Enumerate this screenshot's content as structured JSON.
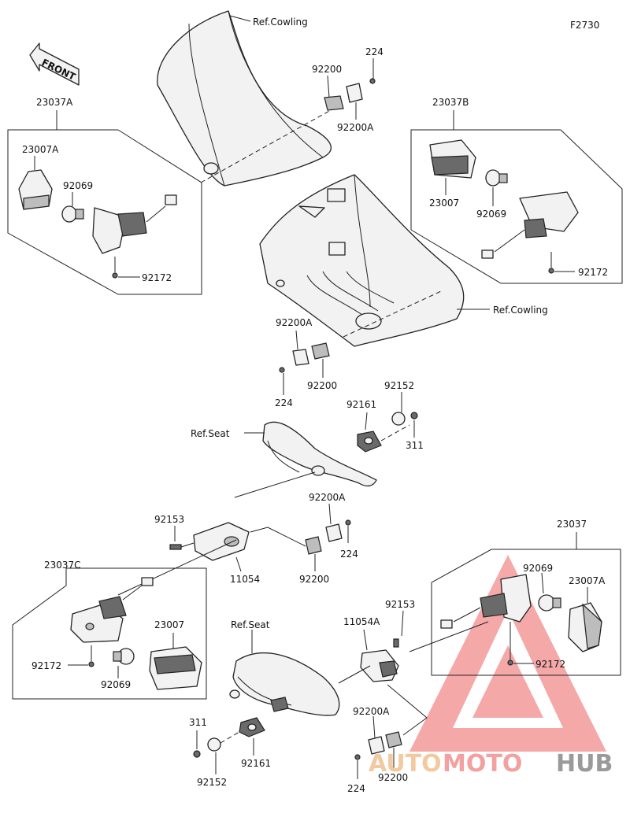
{
  "figure_code": "F2730",
  "front_label": "FRONT",
  "refs": {
    "cowling_top": "Ref.Cowling",
    "cowling_mid": "Ref.Cowling",
    "seat_mid": "Ref.Seat",
    "seat_bottom": "Ref.Seat"
  },
  "labels": {
    "p23037A": "23037A",
    "p23007A_left": "23007A",
    "p92069_tl": "92069",
    "p92172_tl": "92172",
    "p92200_top": "92200",
    "p224_top": "224",
    "p92200A_top": "92200A",
    "p23037B": "23037B",
    "p23007_tr": "23007",
    "p92069_tr": "92069",
    "p92172_tr": "92172",
    "p92200A_mid": "92200A",
    "p224_mid": "224",
    "p92200_mid": "92200",
    "p92152_mid": "92152",
    "p92161_mid": "92161",
    "p311_mid": "311",
    "p92200A_c": "92200A",
    "p92153_c": "92153",
    "p224_c": "224",
    "p11054": "11054",
    "p92200_c": "92200",
    "p23037C": "23037C",
    "p23007_bl": "23007",
    "p92172_bl": "92172",
    "p92069_bl": "92069",
    "p23037": "23037",
    "p92069_br": "92069",
    "p23007A_br": "23007A",
    "p92172_br": "92172",
    "p92153_b": "92153",
    "p11054A": "11054A",
    "p311_b": "311",
    "p92161_b": "92161",
    "p92152_b": "92152",
    "p92200A_b": "92200A",
    "p224_b": "224",
    "p92200_b": "92200"
  },
  "watermark": {
    "part1": "AUTO",
    "part2": "MOTO",
    "part3": "HUB",
    "color_auto": "#f3c9a0",
    "color_moto": "#f2a0a0",
    "color_hub": "#9a9a9a",
    "color_logo": "#f28c8c"
  }
}
